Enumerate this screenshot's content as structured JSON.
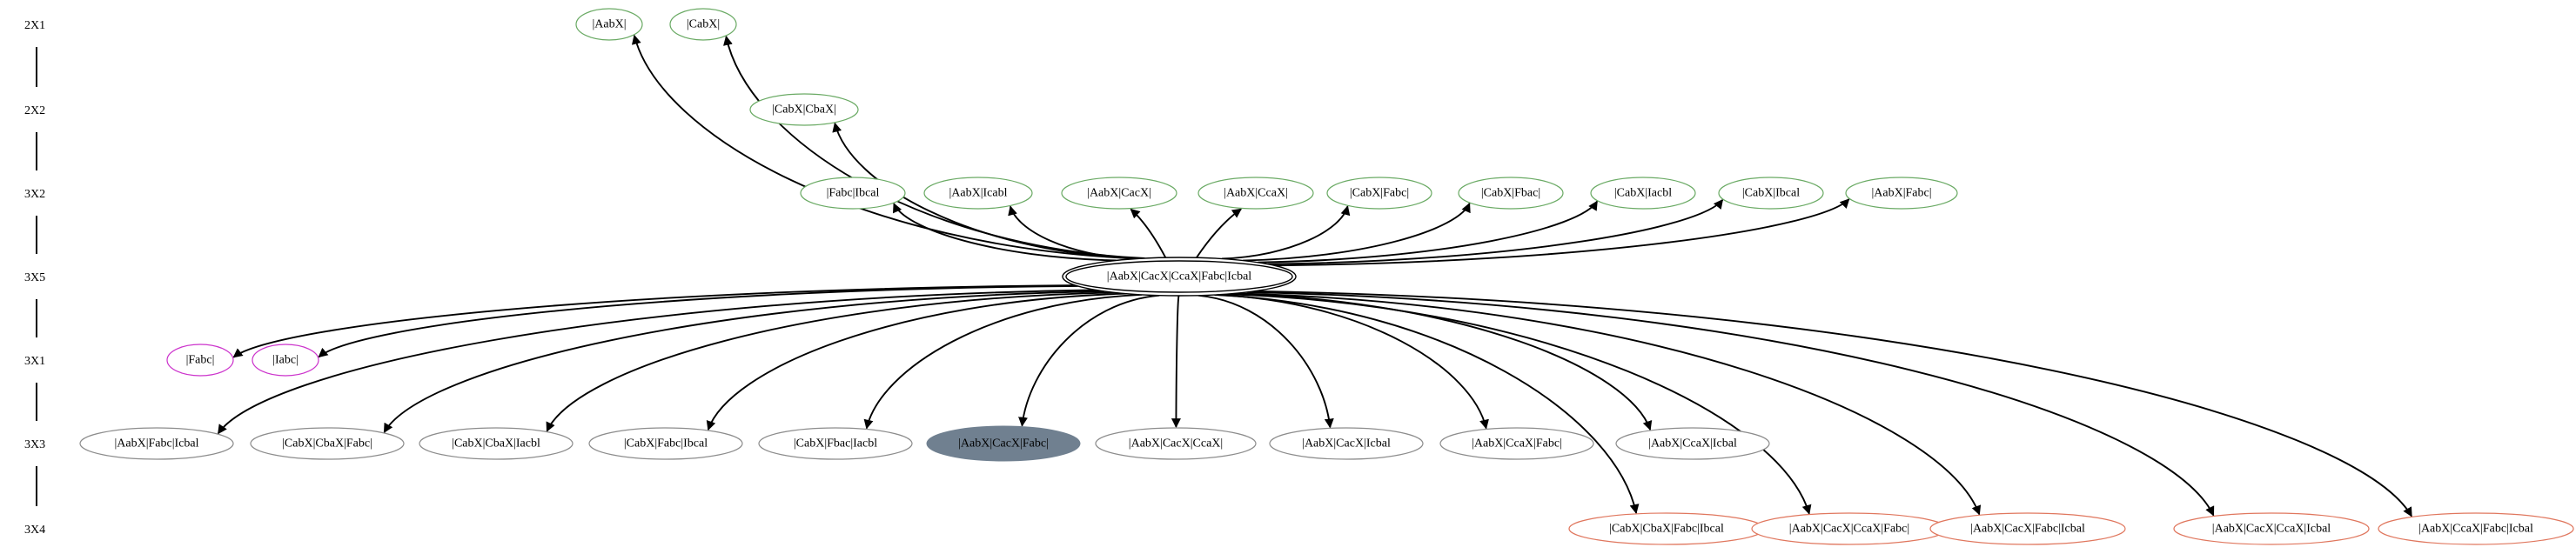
{
  "styles": {
    "green": "#6aaa64",
    "magenta": "#cc33cc",
    "gray": "#8c8c8c",
    "orange": "#e0775e",
    "highlight_fill": "#708090",
    "edge": "#000000"
  },
  "ranks": [
    "2X1",
    "2X2",
    "3X2",
    "3X5",
    "3X1",
    "3X3",
    "3X4"
  ],
  "center": {
    "id": "c",
    "label": "|AabX|CacX|CcaX|Fabc|Icbal"
  },
  "nodes": [
    {
      "id": "n1",
      "label": "|AabX|",
      "rank": 0,
      "style": "green"
    },
    {
      "id": "n2",
      "label": "|CabX|",
      "rank": 0,
      "style": "green"
    },
    {
      "id": "n3",
      "label": "|CabX|CbaX|",
      "rank": 1,
      "style": "green"
    },
    {
      "id": "n4",
      "label": "|Fabc|Ibcal",
      "rank": 2,
      "style": "green"
    },
    {
      "id": "n5",
      "label": "|AabX|Icabl",
      "rank": 2,
      "style": "green"
    },
    {
      "id": "n6",
      "label": "|AabX|CacX|",
      "rank": 2,
      "style": "green"
    },
    {
      "id": "n7",
      "label": "|AabX|CcaX|",
      "rank": 2,
      "style": "green"
    },
    {
      "id": "n8",
      "label": "|CabX|Fabc|",
      "rank": 2,
      "style": "green"
    },
    {
      "id": "n9",
      "label": "|CabX|Fbac|",
      "rank": 2,
      "style": "green"
    },
    {
      "id": "n10",
      "label": "|CabX|Iacbl",
      "rank": 2,
      "style": "green"
    },
    {
      "id": "n11",
      "label": "|CabX|Ibcal",
      "rank": 2,
      "style": "green"
    },
    {
      "id": "n12",
      "label": "|AabX|Fabc|",
      "rank": 2,
      "style": "green"
    },
    {
      "id": "n13",
      "label": "|Fabc|",
      "rank": 4,
      "style": "magenta"
    },
    {
      "id": "n14",
      "label": "|Iabc|",
      "rank": 4,
      "style": "magenta"
    },
    {
      "id": "n15",
      "label": "|AabX|Fabc|Icbal",
      "rank": 5,
      "style": "gray"
    },
    {
      "id": "n16",
      "label": "|CabX|CbaX|Fabc|",
      "rank": 5,
      "style": "gray"
    },
    {
      "id": "n17",
      "label": "|CabX|CbaX|Iacbl",
      "rank": 5,
      "style": "gray"
    },
    {
      "id": "n18",
      "label": "|CabX|Fabc|Ibcal",
      "rank": 5,
      "style": "gray"
    },
    {
      "id": "n19",
      "label": "|CabX|Fbac|Iacbl",
      "rank": 5,
      "style": "gray"
    },
    {
      "id": "n20",
      "label": "|AabX|CacX|Fabc|",
      "rank": 5,
      "style": "highlight"
    },
    {
      "id": "n21",
      "label": "|AabX|CacX|CcaX|",
      "rank": 5,
      "style": "gray"
    },
    {
      "id": "n22",
      "label": "|AabX|CacX|Icbal",
      "rank": 5,
      "style": "gray"
    },
    {
      "id": "n23",
      "label": "|AabX|CcaX|Fabc|",
      "rank": 5,
      "style": "gray"
    },
    {
      "id": "n24",
      "label": "|AabX|CcaX|Icbal",
      "rank": 5,
      "style": "gray"
    },
    {
      "id": "n25",
      "label": "|CabX|CbaX|Fabc|Ibcal",
      "rank": 6,
      "style": "orange"
    },
    {
      "id": "n26",
      "label": "|AabX|CacX|CcaX|Fabc|",
      "rank": 6,
      "style": "orange"
    },
    {
      "id": "n27",
      "label": "|AabX|CacX|Fabc|Icbal",
      "rank": 6,
      "style": "orange"
    },
    {
      "id": "n28",
      "label": "|AabX|CacX|CcaX|Icbal",
      "rank": 6,
      "style": "orange"
    },
    {
      "id": "n29",
      "label": "|AabX|CcaX|Fabc|Icbal",
      "rank": 6,
      "style": "orange"
    }
  ]
}
